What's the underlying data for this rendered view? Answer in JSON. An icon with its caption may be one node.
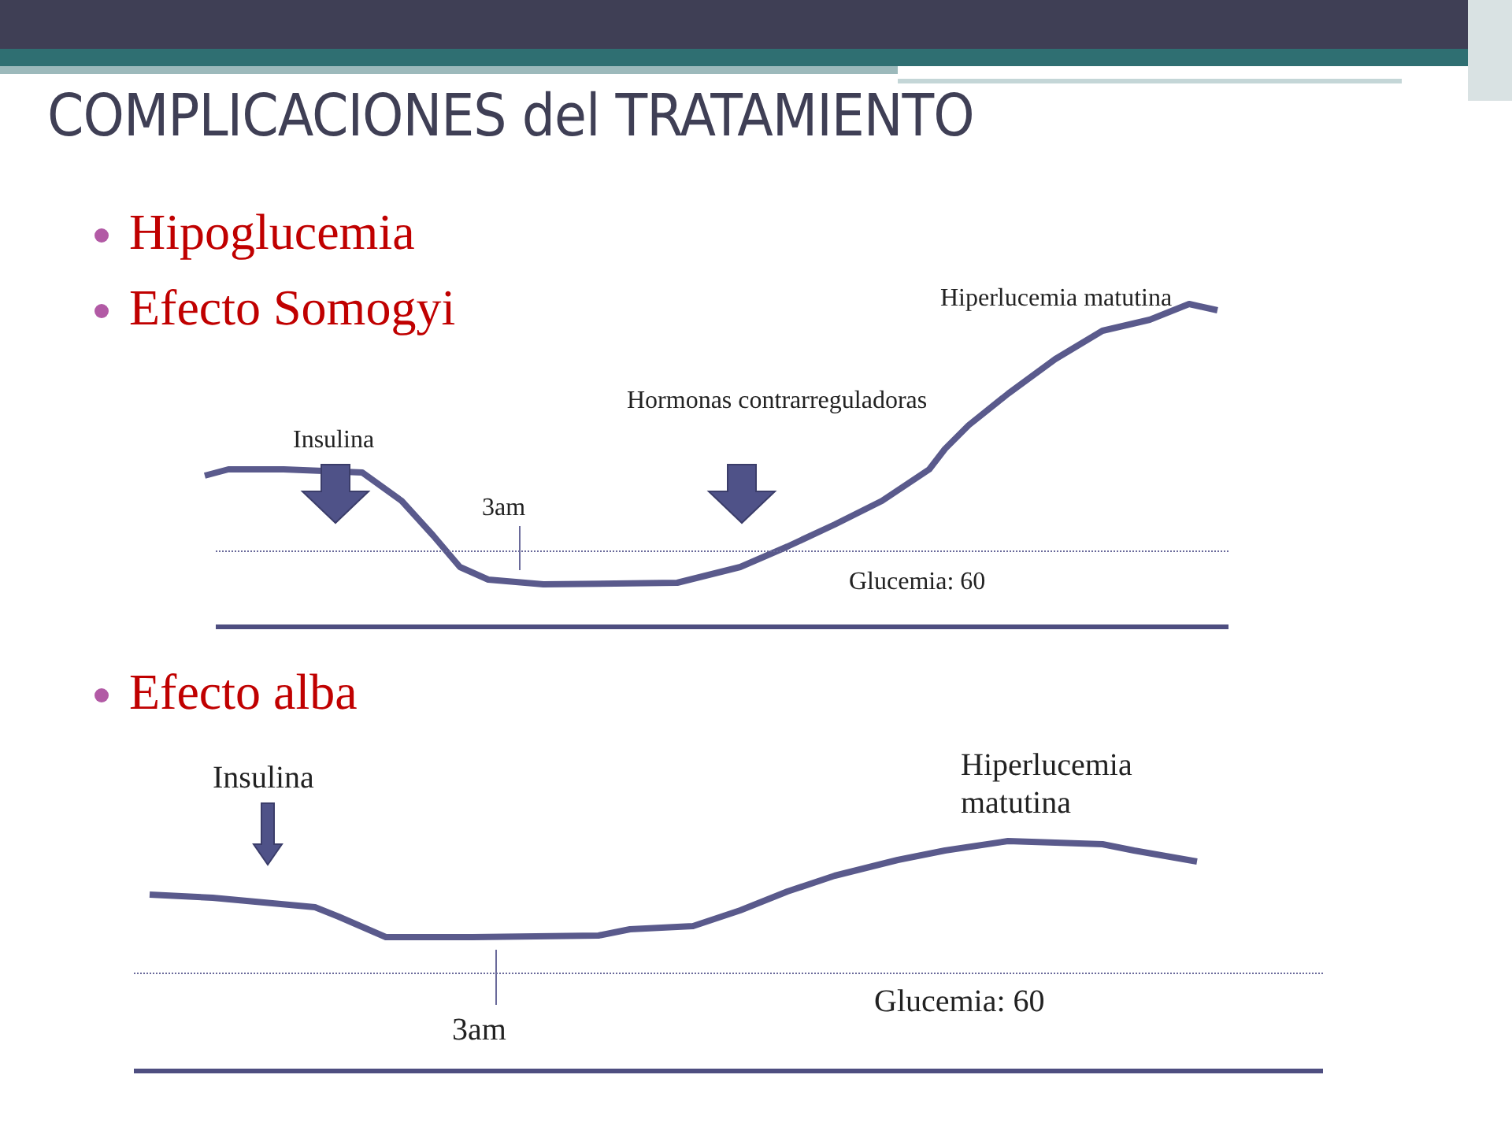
{
  "diagram": {
    "title": "COMPLICACIONES del TRATAMIENTO",
    "labels": [
      "Hipoglucemia",
      "Efecto Somogyi",
      "Hiperlucemia matutina",
      "Hormonas contrarreguladoras",
      "Insulina",
      "3am",
      "Glucemia: 60",
      "Efecto alba",
      "Insulina",
      "Hiperlucemia matutina",
      "Glucemia: 60",
      "3am"
    ]
  }
}
